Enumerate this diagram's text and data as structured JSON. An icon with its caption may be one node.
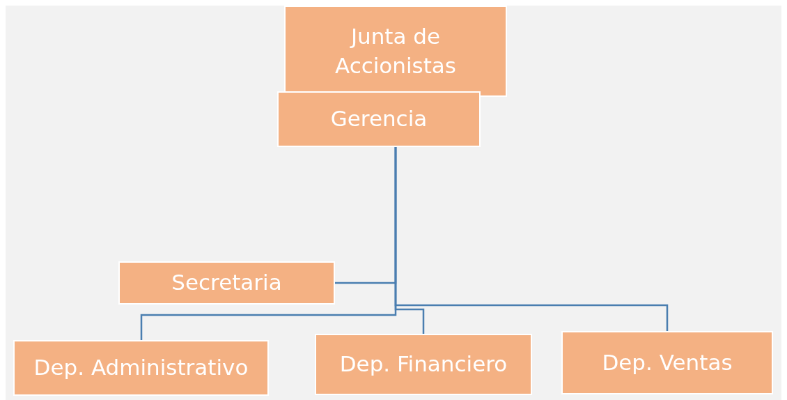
{
  "diagram": {
    "nodes": [
      {
        "text": [
          "Junta de Accionistas"
        ]
      },
      {
        "text": [
          "Gerencia"
        ]
      },
      {
        "text": [
          "Secretaria"
        ]
      },
      {
        "text": [
          "Dep. Administrativo"
        ]
      },
      {
        "text": [
          "Dep. Financiero"
        ]
      },
      {
        "text": [
          "Dep. Ventas"
        ]
      }
    ],
    "edges": [
      {
        "from": 1,
        "to": 2,
        "arrow": "none"
      },
      {
        "from": 1,
        "to": 3,
        "arrow": "none"
      },
      {
        "from": 1,
        "to": 4,
        "arrow": "none"
      },
      {
        "from": 1,
        "to": 5,
        "arrow": "none"
      }
    ]
  }
}
